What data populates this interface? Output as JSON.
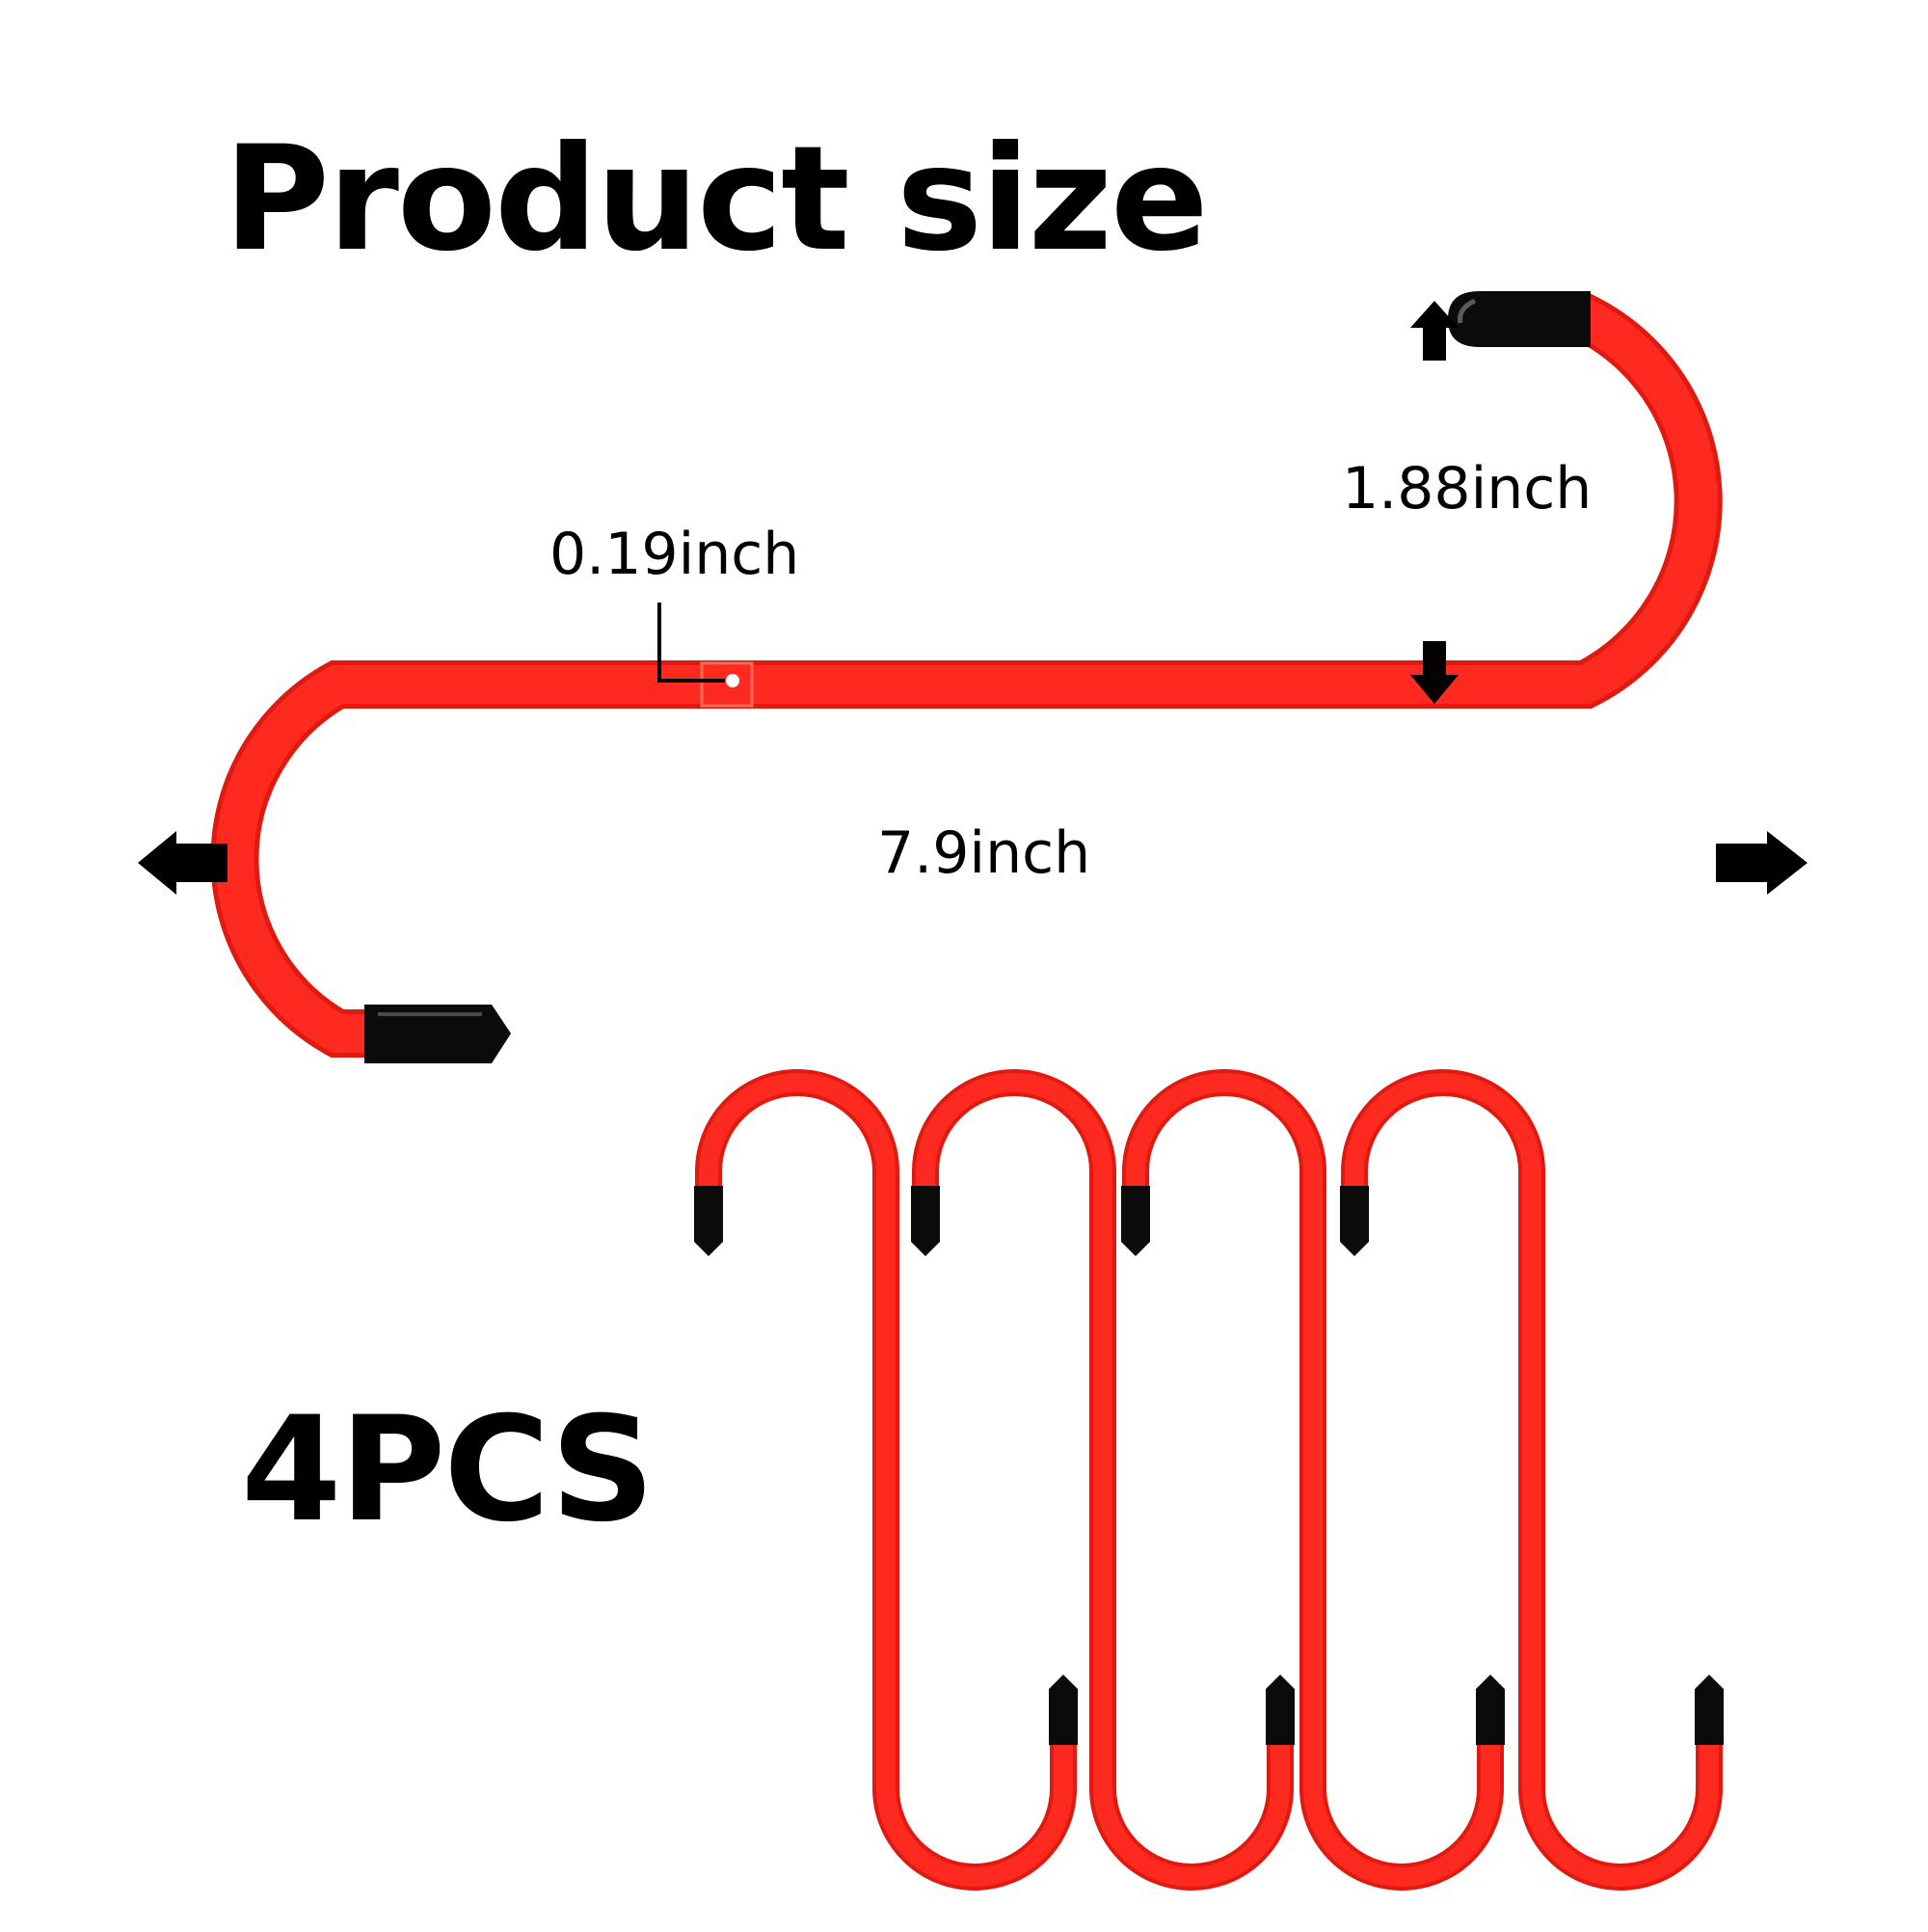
{
  "title": "Product size",
  "quantity_label": "4PCS",
  "dimensions": {
    "width": "7.9inch",
    "hook_height": "1.88inch",
    "wire_diameter": "0.19inch"
  },
  "colors": {
    "hook": "#ff2a1f",
    "hook_outline": "#e01a10",
    "tip": "#0b0b0b",
    "arrow": "#000000",
    "background": "#ffffff"
  },
  "icons": {
    "arrow": "arrow-icon",
    "hook": "s-hook-icon"
  }
}
